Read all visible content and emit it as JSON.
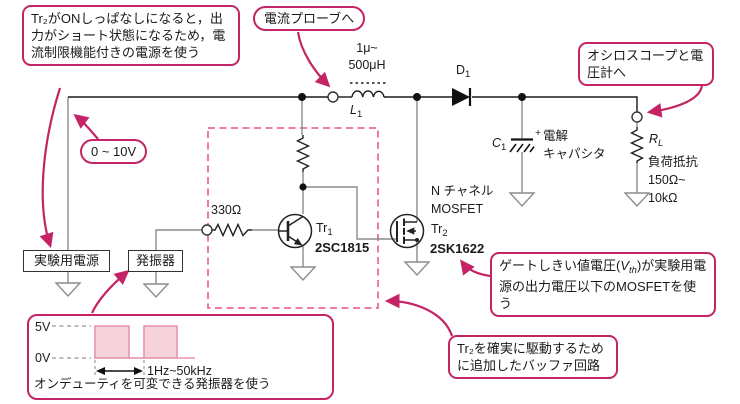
{
  "colors": {
    "accent": "#c42465",
    "dashed_box": "#f0699c",
    "pulse_fill": "#f6d3dc",
    "pulse_stroke": "#e595ac",
    "wire": "#8c8c8c",
    "ink": "#1a1a1a"
  },
  "callouts": {
    "tr2_on": "Tr₂がONしっぱなしになると，出力がショート状態になるため，電流制限機能付きの電源を使う",
    "current_probe": "電流プローブへ",
    "oscilloscope": "オシロスコープと電圧計へ",
    "supply_range": "0 ~ 10V",
    "vth_pre": "ゲートしきい値電圧(",
    "vth_symbol": "V",
    "vth_sub": "th",
    "vth_post": ")が実験用電源の出力電圧以下のMOSFETを使う",
    "buffer": "Tr₂を確実に駆動するために追加したバッファ回路"
  },
  "blocks": {
    "power_supply": "実験用電源",
    "oscillator": "発振器"
  },
  "components": {
    "inductor_value": "1μ~\n500μH",
    "inductor_name": "L",
    "inductor_sub": "1",
    "diode_name": "D",
    "diode_sub": "1",
    "capacitor_name": "C",
    "capacitor_sub": "1",
    "capacitor_plus": "+",
    "capacitor_type": "電解\nキャパシタ",
    "load_name": "R",
    "load_sub": "L",
    "load_desc": "負荷抵抗\n150Ω~\n10kΩ",
    "base_resistor": "330Ω",
    "tr1_name": "Tr",
    "tr1_sub": "1",
    "tr1_part": "2SC1815",
    "tr2_type": "N チャネル\nMOSFET",
    "tr2_name": "Tr",
    "tr2_sub": "2",
    "tr2_part": "2SK1622"
  },
  "waveform": {
    "high": "5V",
    "low": "0V",
    "freq": "1Hz~50kHz",
    "caption": "オンデューティを可変できる発振器を使う"
  }
}
